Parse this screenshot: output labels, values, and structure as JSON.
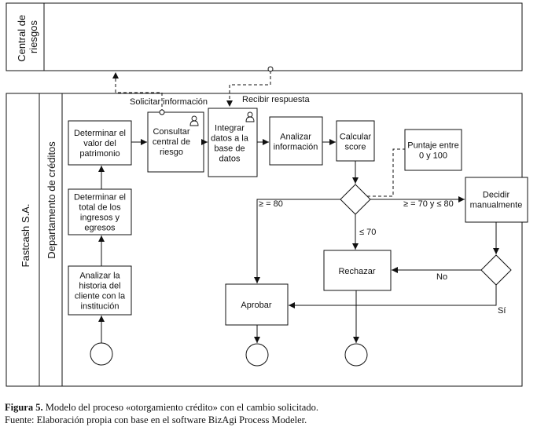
{
  "pools": {
    "central": "Central de riesgos",
    "fastcash": "Fastcash S.A.",
    "lane": "Departamento de créditos"
  },
  "tasks": {
    "determinar_valor": [
      "Determinar el",
      "valor del",
      "patrimonio"
    ],
    "determinar_total": [
      "Determinar el",
      "total de los",
      "ingresos y",
      "egresos"
    ],
    "analizar_historia": [
      "Analizar la",
      "historia del",
      "cliente con la",
      "institución"
    ],
    "consultar_central": [
      "Consultar",
      "central de",
      "riesgo"
    ],
    "integrar_datos": [
      "Integrar",
      "datos a la",
      "base de",
      "datos"
    ],
    "analizar_info": [
      "Analizar",
      "información"
    ],
    "calcular_score": [
      "Calcular",
      "score"
    ],
    "decidir_manual": [
      "Decidir",
      "manualmente"
    ],
    "rechazar": [
      "Rechazar"
    ],
    "aprobar": [
      "Aprobar"
    ]
  },
  "annotation": [
    "Puntaje entre",
    "0 y 100"
  ],
  "messages": {
    "solicitar": "Solicitar información",
    "recibir": "Recibir respuesta"
  },
  "conditions": {
    "ge80": "≥ = 80",
    "le70": "≤ 70",
    "between": "≥ = 70 y ≤ 80",
    "no": "No",
    "si": "Sí"
  },
  "caption": {
    "label": "Figura 5.",
    "text": " Modelo del proceso «otorgamiento crédito» con el cambio solicitado.",
    "source": "Fuente: Elaboración propia con base en el software BizAgi Process Modeler."
  }
}
